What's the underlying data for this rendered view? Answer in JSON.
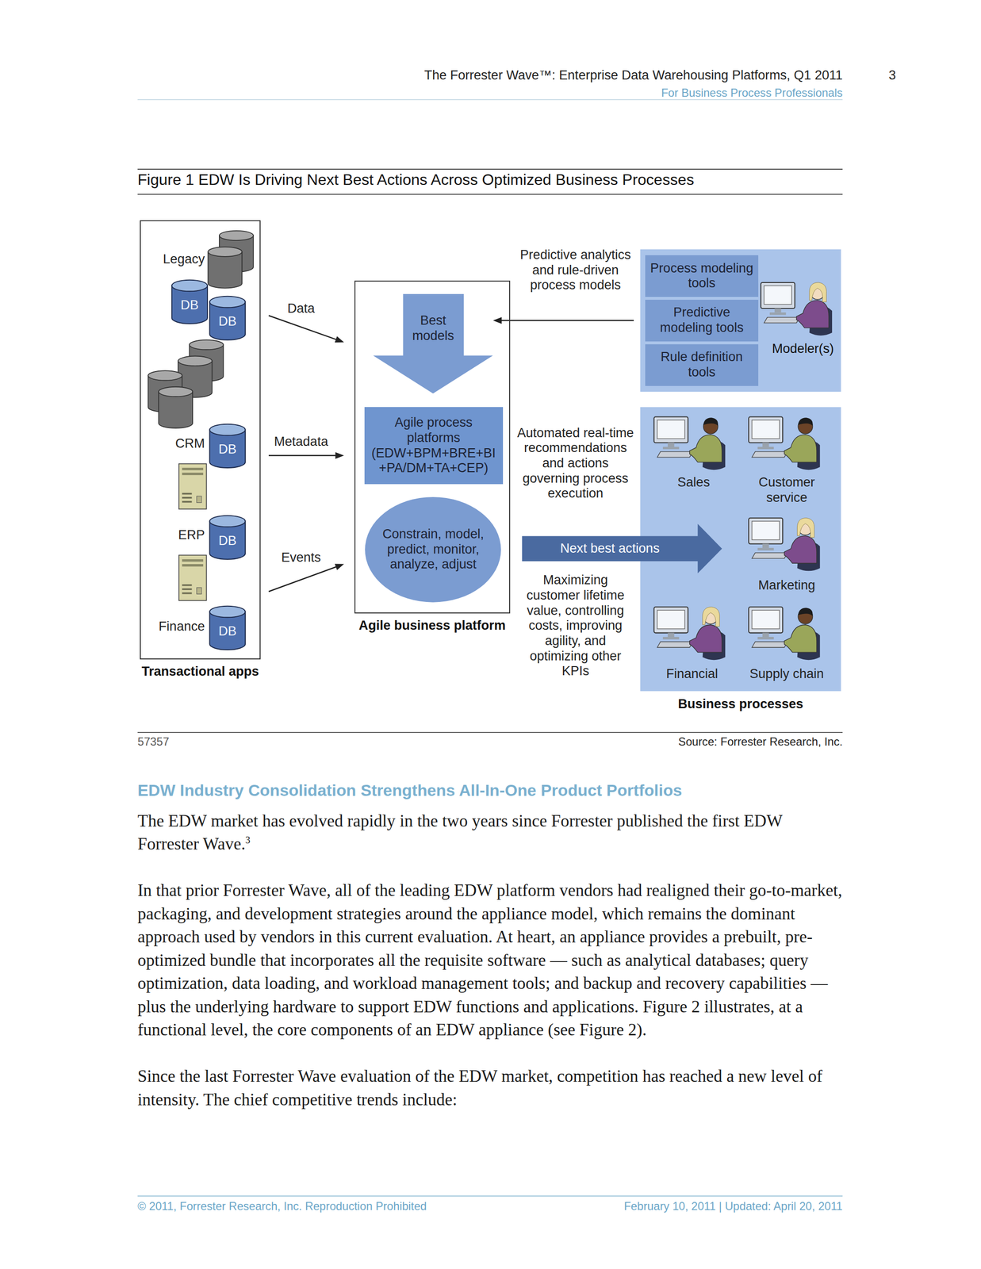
{
  "diagram": {
    "title": "Figure 1 EDW Is Driving Next Best Actions Across Optimized Business Processes",
    "nodes": [
      {
        "text": [
          "Transactional apps"
        ]
      },
      {
        "text": [
          "DB"
        ],
        "in": 0
      },
      {
        "text": [
          "DB"
        ],
        "in": 0
      },
      {
        "text": [
          "DB"
        ],
        "in": 0
      },
      {
        "text": [
          "DB"
        ],
        "in": 0
      },
      {
        "text": [
          "DB"
        ],
        "in": 0
      },
      {
        "text": [
          "Agile business platform"
        ]
      },
      {
        "text": [
          "Best models"
        ],
        "in": 6
      },
      {
        "text": [
          "Agile process platforms (EDW+BPM+BRE+BI +PA/DM+TA+CEP)"
        ],
        "in": 6
      },
      {
        "text": [
          "Constrain, model, predict, monitor, analyze, adjust"
        ],
        "in": 6
      },
      {
        "text": [
          "Modeler(s)"
        ]
      },
      {
        "text": [
          "Process modeling tools"
        ],
        "in": 10
      },
      {
        "text": [
          "Predictive modeling tools"
        ],
        "in": 10
      },
      {
        "text": [
          "Rule definition tools"
        ],
        "in": 10
      },
      {
        "text": [
          "Business processes"
        ]
      }
    ],
    "edges": [
      {
        "from": 0,
        "to": 6,
        "label": "Data",
        "arrow": "to"
      },
      {
        "from": 0,
        "to": 6,
        "label": "Metadata",
        "arrow": "to"
      },
      {
        "from": 0,
        "to": 6,
        "label": "Events",
        "arrow": "to"
      },
      {
        "from": 10,
        "to": 7,
        "label": "Predictive analytics and rule-driven process models",
        "arrow": "to"
      },
      {
        "from": 6,
        "to": 14,
        "label": "Next best actions",
        "arrow": "to"
      }
    ],
    "labels": [
      "The Forrester Wave™: Enterprise Data Warehousing Platforms, Q1 2011",
      "3",
      "For Business Process Professionals",
      "Legacy",
      "CRM",
      "ERP",
      "Finance",
      "Automated real-time recommendations and actions governing process execution",
      "Maximizing customer lifetime value, controlling costs, improving agility, and optimizing other KPIs",
      "Sales",
      "Customer service",
      "Marketing",
      "Financial",
      "Supply chain",
      "57357",
      "Source: Forrester Research, Inc.",
      "EDW Industry Consolidation Strengthens All-In-One Product Portfolios",
      "The EDW market has evolved rapidly in the two years since Forrester published the first EDW Forrester Wave.",
      "3",
      "In that prior Forrester Wave, all of the leading EDW platform vendors had realigned their go-to-market, packaging, and development strategies around the appliance model, which remains the dominant approach used by vendors in this current evaluation. At heart, an appliance provides a prebuilt, pre-optimized bundle that incorporates all the requisite software — such as analytical databases; query optimization, data loading, and workload management tools; and backup and recovery capabilities — plus the underlying hardware to support EDW functions and applications. Figure 2 illustrates, at a functional level, the core components of an EDW appliance (see Figure 2).",
      "Since the last Forrester Wave evaluation of the EDW market, competition has reached a new level of intensity. The chief competitive trends include:",
      "© 2011, Forrester Research, Inc. Reproduction Prohibited",
      "February 10, 2011 | Updated: April 20, 2011"
    ]
  }
}
